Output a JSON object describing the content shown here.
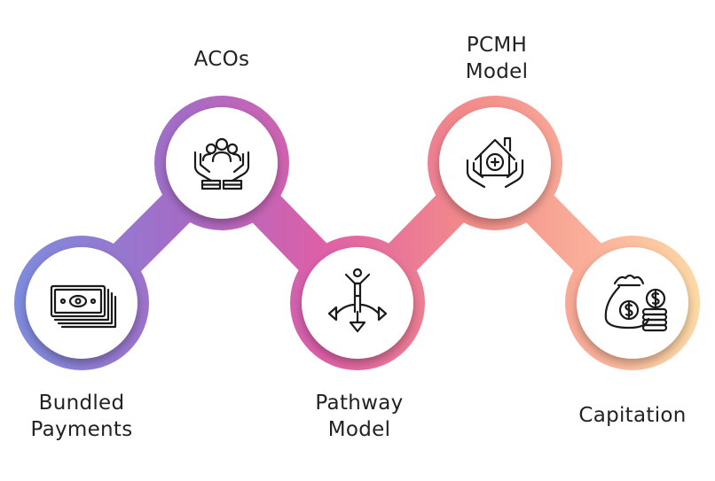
{
  "gradient": {
    "stops": [
      "#7b8fe0",
      "#a46cc6",
      "#de5fa8",
      "#f38a8a",
      "#fbb59c",
      "#fde0a6"
    ]
  },
  "nodes": [
    {
      "id": "bundled-payments",
      "icon": "cash-stack-icon",
      "label_lines": [
        "Bundled",
        "Payments"
      ],
      "stroke": "#8f7ed8"
    },
    {
      "id": "acos",
      "icon": "hands-holding-people-icon",
      "label_lines": [
        "ACOs"
      ],
      "stroke": "#c461b4"
    },
    {
      "id": "pathway-model",
      "icon": "person-split-arrows-icon",
      "label_lines": [
        "Pathway",
        "Model"
      ],
      "stroke": "#e2609e"
    },
    {
      "id": "pcmh-model",
      "icon": "hands-holding-medical-house-icon",
      "label_lines": [
        "PCMH",
        "Model"
      ],
      "stroke": "#f58f8b"
    },
    {
      "id": "capitation",
      "icon": "money-bag-coins-icon",
      "label_lines": [
        "Capitation"
      ],
      "stroke": "#fcc7a2"
    }
  ]
}
